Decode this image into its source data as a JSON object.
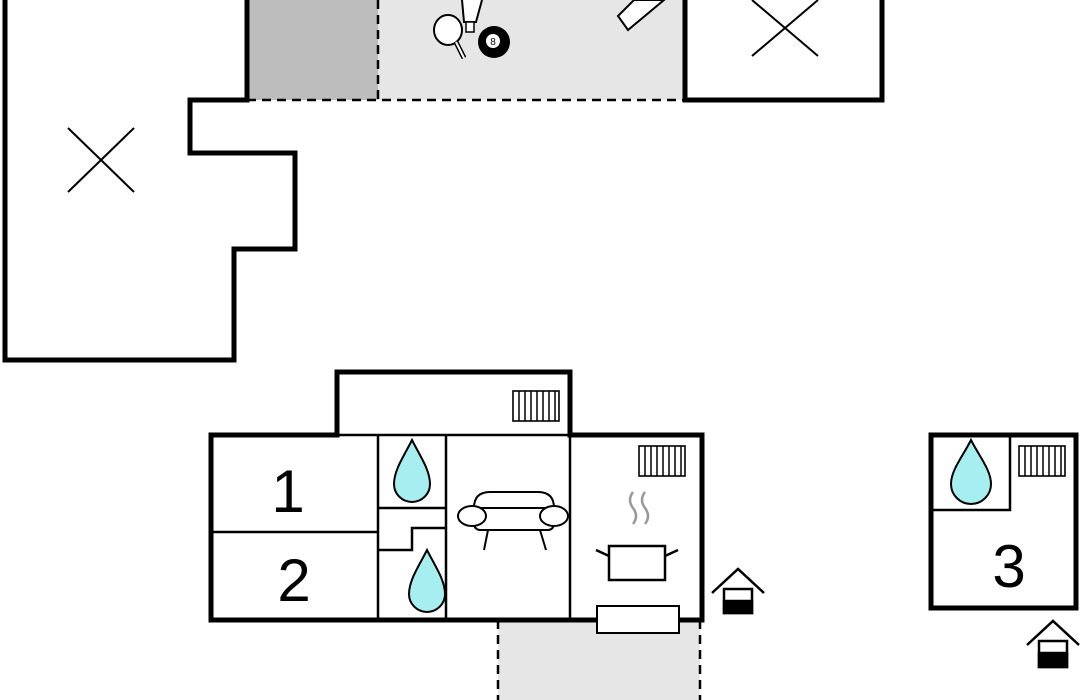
{
  "rooms": [
    {
      "id": "bedroom-1",
      "number": "1"
    },
    {
      "id": "bedroom-2",
      "number": "2"
    },
    {
      "id": "bedroom-3",
      "number": "3"
    }
  ],
  "icons": {
    "water": "water-drop-icon",
    "heating": "radiator-icon",
    "living": "sofa-icon",
    "kitchen": "cooking-pot-icon",
    "games": "table-tennis-icon",
    "billiards": "billiard-8-ball-icon",
    "annex": "small-house-icon",
    "unbuilt": "cross-mark"
  },
  "colors": {
    "wall": "#000000",
    "water": "#a6eef0",
    "terrace": "#e6e6e6",
    "shade": "#bdbdbd"
  }
}
